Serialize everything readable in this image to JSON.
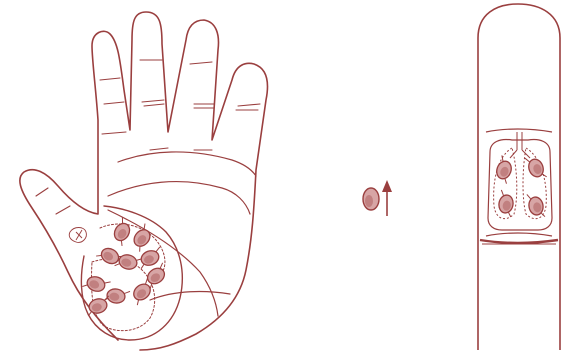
{
  "colors": {
    "outline": "#9a3f3f",
    "seed_fill": "#d7a5a5",
    "seed_shade": "#b87070",
    "background": "#ffffff"
  },
  "figure": {
    "panels": [
      {
        "id": "palm",
        "subject": "hand-palm"
      },
      {
        "id": "legend",
        "subject": "seed-with-arrow"
      },
      {
        "id": "finger",
        "subject": "finger-with-lung-seeds"
      }
    ],
    "legend_icons": [
      "seed-icon",
      "arrow-up-icon"
    ]
  }
}
